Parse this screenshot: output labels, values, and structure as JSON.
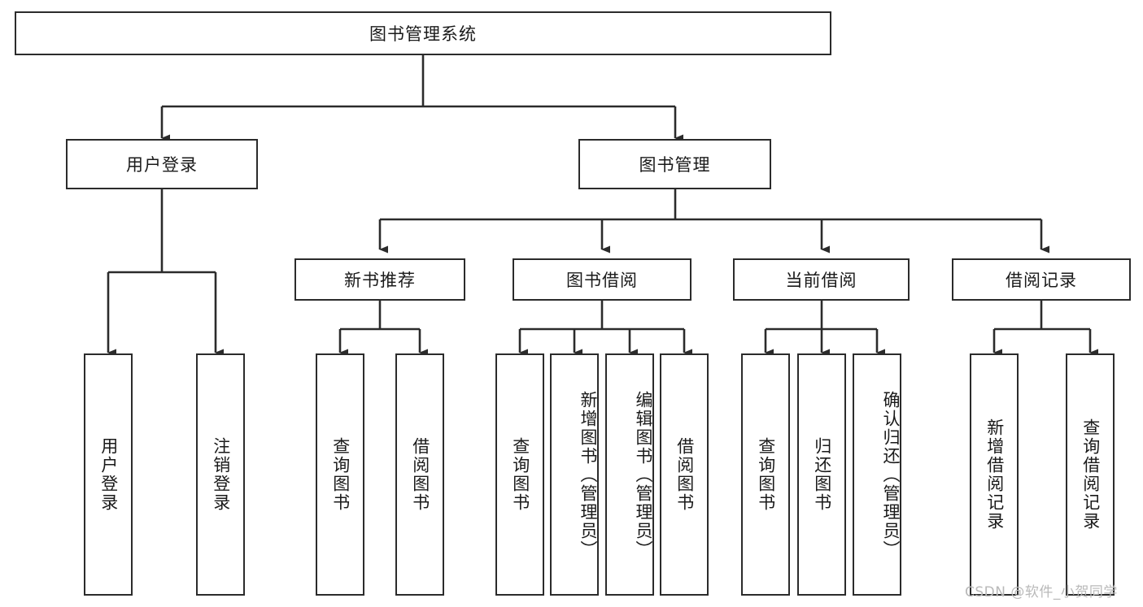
{
  "diagram": {
    "type": "tree-hierarchy-chart",
    "title": "图书管理系统",
    "orientation": "top-down",
    "watermark": "CSDN @软件_小贺同学",
    "colors": {
      "box_stroke": "#2b2b2b",
      "box_fill": "#ffffff",
      "link_stroke": "#2b2b2b",
      "text": "#1a1a1a",
      "watermark": "#b9b9b9",
      "background": "#ffffff"
    },
    "nodes": {
      "root": {
        "label": "图书管理系统",
        "level": 1,
        "text_direction": "horizontal"
      },
      "level2": [
        {
          "id": "user-login",
          "label": "用户登录",
          "text_direction": "horizontal"
        },
        {
          "id": "book-manage",
          "label": "图书管理",
          "text_direction": "horizontal"
        }
      ],
      "level3": [
        {
          "id": "new-book-recommend",
          "label": "新书推荐",
          "parent": "book-manage",
          "text_direction": "horizontal"
        },
        {
          "id": "book-borrow",
          "label": "图书借阅",
          "parent": "book-manage",
          "text_direction": "horizontal"
        },
        {
          "id": "current-borrow",
          "label": "当前借阅",
          "parent": "book-manage",
          "text_direction": "horizontal"
        },
        {
          "id": "borrow-record",
          "label": "借阅记录",
          "parent": "book-manage",
          "text_direction": "horizontal"
        }
      ],
      "leaves": [
        {
          "id": "leaf-user-login",
          "label": "用户登录",
          "parent": "user-login",
          "text_direction": "vertical"
        },
        {
          "id": "leaf-user-logout",
          "label": "注销登录",
          "parent": "user-login",
          "text_direction": "vertical"
        },
        {
          "id": "leaf-query-book-1",
          "label": "查询图书",
          "parent": "new-book-recommend",
          "text_direction": "vertical"
        },
        {
          "id": "leaf-borrow-book-1",
          "label": "借阅图书",
          "parent": "new-book-recommend",
          "text_direction": "vertical"
        },
        {
          "id": "leaf-query-book-2",
          "label": "查询图书",
          "parent": "book-borrow",
          "text_direction": "vertical"
        },
        {
          "id": "leaf-add-book",
          "label": "新增图书（管理员）",
          "parent": "book-borrow",
          "text_direction": "vertical"
        },
        {
          "id": "leaf-edit-book",
          "label": "编辑图书（管理员）",
          "parent": "book-borrow",
          "text_direction": "vertical"
        },
        {
          "id": "leaf-borrow-book-2",
          "label": "借阅图书",
          "parent": "book-borrow",
          "text_direction": "vertical"
        },
        {
          "id": "leaf-query-book-3",
          "label": "查询图书",
          "parent": "current-borrow",
          "text_direction": "vertical"
        },
        {
          "id": "leaf-return-book",
          "label": "归还图书",
          "parent": "current-borrow",
          "text_direction": "vertical"
        },
        {
          "id": "leaf-confirm-return",
          "label": "确认归还（管理员）",
          "parent": "current-borrow",
          "text_direction": "vertical"
        },
        {
          "id": "leaf-add-record",
          "label": "新增借阅记录",
          "parent": "borrow-record",
          "text_direction": "vertical"
        },
        {
          "id": "leaf-query-record",
          "label": "查询借阅记录",
          "parent": "borrow-record",
          "text_direction": "vertical"
        }
      ]
    }
  }
}
